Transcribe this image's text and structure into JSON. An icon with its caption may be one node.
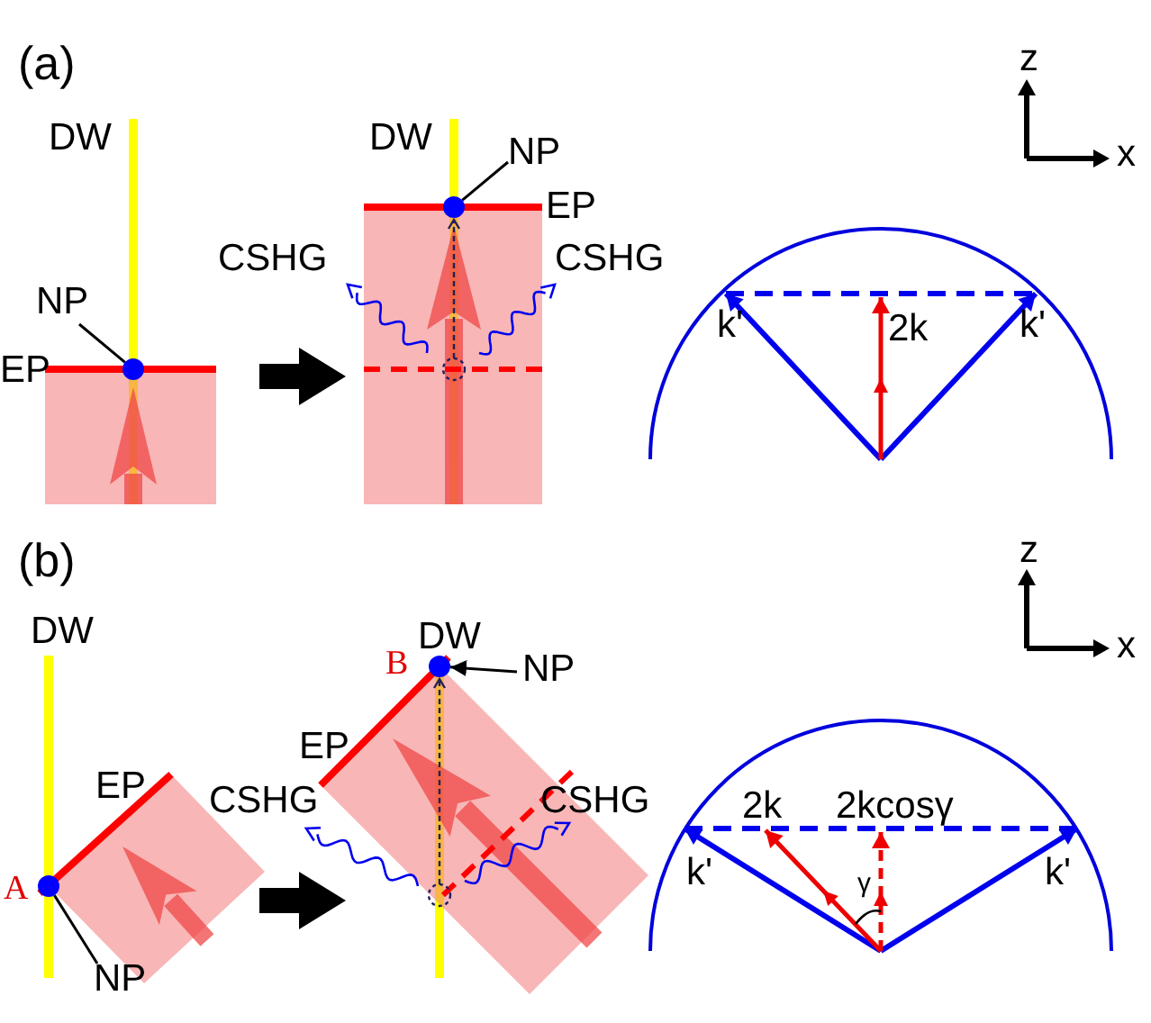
{
  "diagram": {
    "nodes": [
      {
        "text": [
          "NP"
        ]
      },
      {
        "text": [],
        "shape": "circle"
      },
      {
        "text": [
          "NP"
        ]
      },
      {
        "text": [],
        "shape": "circle"
      },
      {
        "text": [
          "NP"
        ]
      },
      {
        "text": [],
        "shape": "circle",
        "beside": [
          "A"
        ]
      },
      {
        "text": [
          "NP"
        ]
      },
      {
        "text": [],
        "shape": "circle",
        "beside": [
          "B"
        ]
      }
    ],
    "edges": [
      {
        "from": 0,
        "to": 1,
        "arrow": "none"
      },
      {
        "from": 2,
        "to": 3,
        "arrow": "none"
      },
      {
        "from": 4,
        "to": 5,
        "arrow": "none"
      },
      {
        "from": 6,
        "to": 7,
        "arrow": "to"
      }
    ],
    "labels": [
      "(a)",
      "DW",
      "DW",
      "z",
      "x",
      "EP",
      "CSHG",
      "CSHG",
      "EP",
      "k'",
      "2k",
      "k'",
      "(b)",
      "z",
      "DW",
      "DW",
      "x",
      "EP",
      "EP",
      "CSHG",
      "CSHG",
      "2k",
      "2kcosγ",
      "k'",
      "γ",
      "k'"
    ]
  }
}
